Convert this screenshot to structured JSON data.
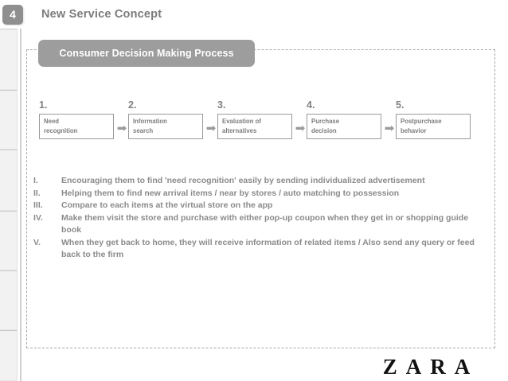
{
  "header": {
    "slide_number": "4",
    "title": "New Service Concept"
  },
  "banner": {
    "label": "Consumer Decision Making Process"
  },
  "process": {
    "arrow_glyph": "➡",
    "steps": [
      {
        "number": "1.",
        "line1": "Need",
        "line2": "recognition"
      },
      {
        "number": "2.",
        "line1": "Information",
        "line2": "search"
      },
      {
        "number": "3.",
        "line1": "Evaluation of",
        "line2": "alternatives"
      },
      {
        "number": "4.",
        "line1": "Purchase",
        "line2": "decision"
      },
      {
        "number": "5.",
        "line1": "Postpurchase",
        "line2": "behavior"
      }
    ]
  },
  "bullets": [
    {
      "mark": "I.",
      "text": "Encouraging them to find 'need recognition' easily by sending individualized advertisement"
    },
    {
      "mark": "II.",
      "text": "Helping them to find new arrival items / near by stores / auto matching to possession"
    },
    {
      "mark": "III.",
      "text": "Compare to each items at the virtual store on the app"
    },
    {
      "mark": "IV.",
      "text": "Make them visit the store and purchase with either pop-up coupon when they get in or shopping guide book"
    },
    {
      "mark": "V.",
      "text": "When they get back to home, they will receive information of  related items / Also send any query or feed back to the firm"
    }
  ],
  "brand": {
    "name": "ZARA"
  },
  "sidebar": {
    "thumbnails": [
      {
        "label": ""
      },
      {
        "label": ""
      },
      {
        "label": ""
      },
      {
        "label": ""
      },
      {
        "label": ""
      },
      {
        "label": ""
      }
    ]
  },
  "colors": {
    "banner_bg": "#9d9d9d",
    "badge_bg": "#8f8f8f",
    "text_gray": "#8a8a8a",
    "title_gray": "#7b7b7b",
    "frame_dash": "#a8a8a8"
  }
}
